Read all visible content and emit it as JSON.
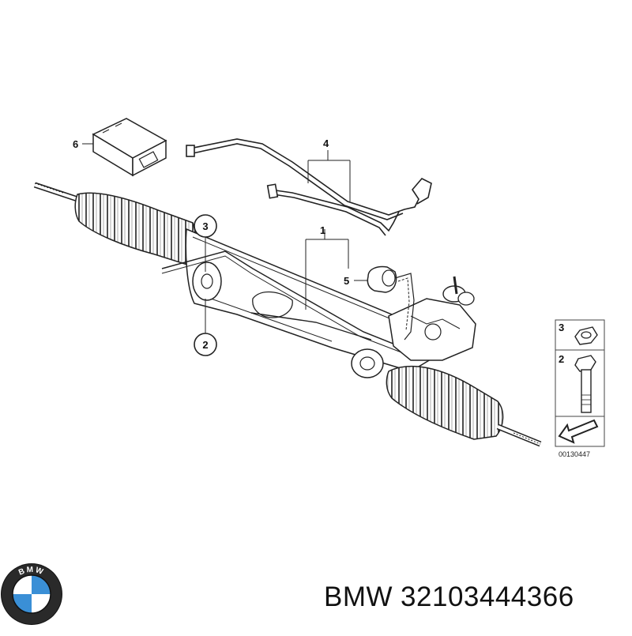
{
  "callouts": {
    "c1": "1",
    "c2": "2",
    "c3": "3",
    "c4": "4",
    "c5": "5",
    "c6": "6"
  },
  "legend": {
    "row3": "3",
    "row2": "2",
    "ref_number": "00130447"
  },
  "brand": {
    "logo_name": "bmw-roundel-logo",
    "logo_letters": "BMW",
    "logo_blue": "#3a8fd6",
    "name": "BMW",
    "part_number": "32103444366"
  }
}
